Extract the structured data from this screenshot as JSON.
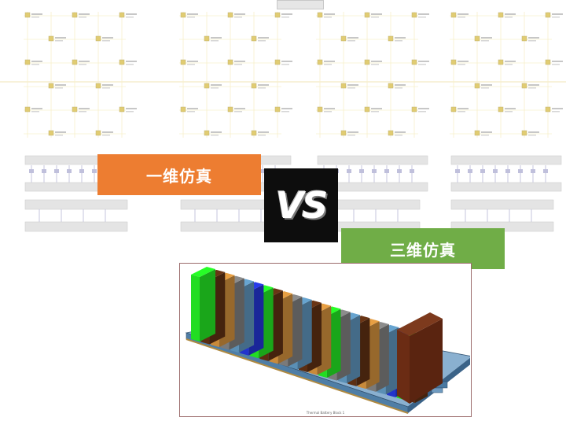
{
  "labels": {
    "one_d": "一维仿真",
    "three_d": "三维仿真",
    "vs": "VS"
  },
  "model": {
    "caption": "Thermal Battery Block 1"
  },
  "colors": {
    "one_d_tag": "#ed7d31",
    "three_d_tag": "#70ad47",
    "vs_badge": "#0d0d0d",
    "cell_palette": [
      "#22dd22",
      "#5c2e12",
      "#c98a3a",
      "#7a7a7a",
      "#5a8fb5",
      "#2233cc"
    ],
    "base_plate": "#6d9fc6"
  },
  "schematic": {
    "clusters": 4,
    "icon_names": [
      "node-icon",
      "bus-bar",
      "battery-block"
    ]
  }
}
